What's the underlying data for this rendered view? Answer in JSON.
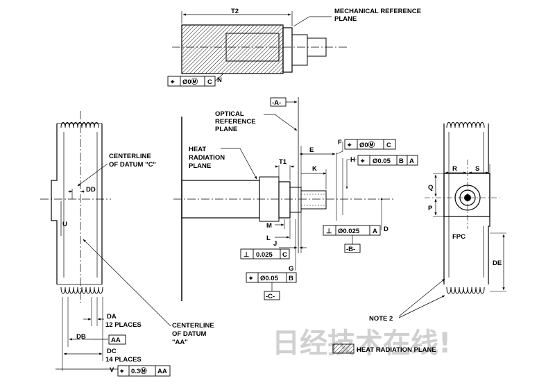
{
  "labels": {
    "mech_ref": [
      "MECHANICAL REFERENCE",
      "PLANE"
    ],
    "optical_ref": [
      "OPTICAL",
      "REFERENCE",
      "PLANE"
    ],
    "heat_rad": [
      "HEAT",
      "RADIATION",
      "PLANE"
    ],
    "centerline_c": [
      "CENTERLINE",
      "OF DATUM \"C\""
    ],
    "centerline_aa": [
      "CENTERLINE",
      "OF DATUM",
      "\"AA\""
    ],
    "note2": "NOTE 2",
    "fpc": "FPC",
    "legend": "HEAT RADIATION PLANE",
    "da_count": "12 PLACES",
    "dc_count": "14 PLACES"
  },
  "dims": {
    "t2": "T2",
    "t1": "T1",
    "e": "E",
    "k": "K",
    "f": "F",
    "h": "H",
    "n": "N",
    "dd": "DD",
    "u": "U",
    "m": "M",
    "l": "L",
    "j": "J",
    "g": "G",
    "d": "D",
    "r": "R",
    "s": "S",
    "q": "Q",
    "p": "P",
    "de": "DE",
    "da": "DA",
    "db": "DB",
    "dc": "DC",
    "v": "V"
  },
  "datums": {
    "a": "-A-",
    "b": "-B-",
    "c": "-C-",
    "aa": "AA"
  },
  "frames": {
    "top_n": [
      "⌖",
      "Ø0Ⓜ",
      "C"
    ],
    "f": [
      "⌖",
      "Ø0Ⓜ",
      "C"
    ],
    "h": [
      "⌖",
      "Ø0.05",
      "B",
      "A"
    ],
    "d": [
      "⊥",
      "Ø0.025",
      "A"
    ],
    "j": [
      "⊥",
      "0.025",
      "C"
    ],
    "g": [
      "⌖",
      "Ø0.05",
      "B"
    ],
    "v": [
      "⌖",
      "0.3Ⓜ",
      "AA"
    ]
  },
  "watermark": "日经技术在线!"
}
